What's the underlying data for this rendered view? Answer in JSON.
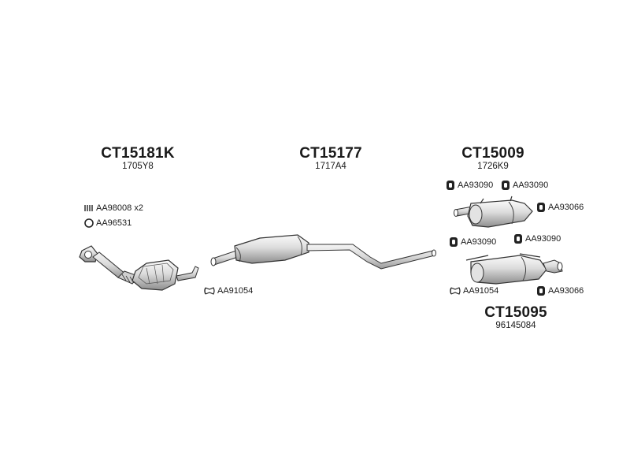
{
  "groups": {
    "front": {
      "code": "CT15181K",
      "ref": "1705Y8",
      "accessories": [
        {
          "icon": "spring-bolt-icon",
          "label": "AA98008 x2"
        },
        {
          "icon": "gasket-ring-icon",
          "label": "AA96531"
        },
        {
          "icon": "clamp-icon",
          "label": "AA91054"
        }
      ]
    },
    "middle": {
      "code": "CT15177",
      "ref": "1717A4"
    },
    "rear_upper": {
      "code": "CT15009",
      "ref": "1726K9",
      "accessories": [
        {
          "icon": "rubber-mount-icon",
          "label": "AA93090"
        },
        {
          "icon": "rubber-mount-icon",
          "label": "AA93090"
        },
        {
          "icon": "rubber-mount-icon",
          "label": "AA93066"
        }
      ]
    },
    "rear_lower": {
      "code": "CT15095",
      "ref": "96145084",
      "accessories": [
        {
          "icon": "rubber-mount-icon",
          "label": "AA93090"
        },
        {
          "icon": "rubber-mount-icon",
          "label": "AA93090"
        },
        {
          "icon": "clamp-icon",
          "label": "AA91054"
        },
        {
          "icon": "rubber-mount-icon",
          "label": "AA93066"
        }
      ]
    }
  }
}
